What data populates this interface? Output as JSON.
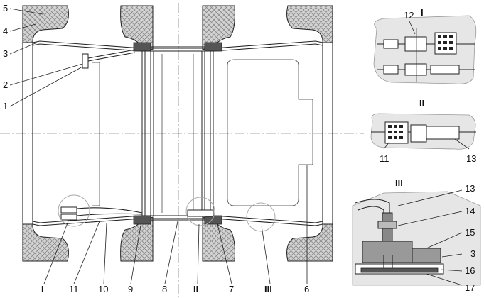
{
  "part_labels": {
    "p1": "1",
    "p2": "2",
    "p3": "3",
    "p4": "4",
    "p5": "5",
    "p6": "6",
    "p7": "7",
    "p8": "8",
    "p9": "9",
    "p10": "10",
    "p11": "11",
    "roman_I": "I",
    "roman_II": "II",
    "roman_III": "III"
  },
  "detail_I": {
    "title": "I",
    "p12": "12"
  },
  "detail_II": {
    "title": "II",
    "p11": "11",
    "p13": "13"
  },
  "detail_III": {
    "title": "III",
    "p13": "13",
    "p14": "14",
    "p15": "15",
    "p3": "3",
    "p16": "16",
    "p17": "17"
  }
}
